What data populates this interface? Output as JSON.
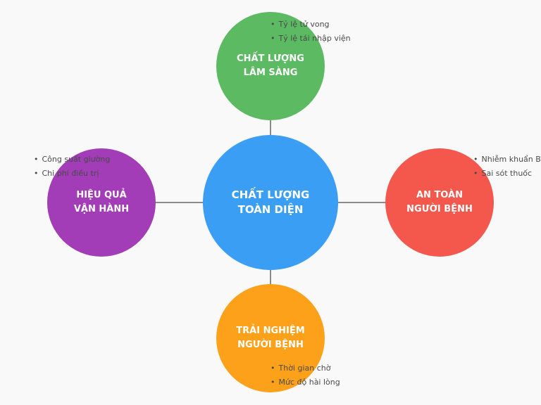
{
  "colors": {
    "center": "#3a9ff4",
    "clinical": "#5cba62",
    "safety": "#f4574c",
    "experience": "#fda11a",
    "efficiency": "#a23cb7",
    "connector": "#8a8a8a",
    "background": "#f9f9f9"
  },
  "center": {
    "line1": "CHẤT LƯỢNG",
    "line2": "TOÀN DIỆN"
  },
  "nodes": {
    "clinical": {
      "line1": "CHẤT LƯỢNG",
      "line2": "LÂM SÀNG",
      "bullets": [
        "Tỷ lệ tử vong",
        "Tỷ lệ tái nhập viện"
      ]
    },
    "safety": {
      "line1": "AN TOÀN",
      "line2": "NGƯỜI BỆNH",
      "bullets": [
        "Nhiễm khuẩn BV",
        "Sai sót thuốc"
      ]
    },
    "experience": {
      "line1": "TRẢI NGHIỆM",
      "line2": "NGƯỜI BỆNH",
      "bullets": [
        "Thời gian chờ",
        "Mức độ hài lòng"
      ]
    },
    "efficiency": {
      "line1": "HIỆU QUẢ",
      "line2": "VẬN HÀNH",
      "bullets": [
        "Công suất giường",
        "Chi phí điều trị"
      ]
    }
  },
  "bullet_symbol": "•"
}
